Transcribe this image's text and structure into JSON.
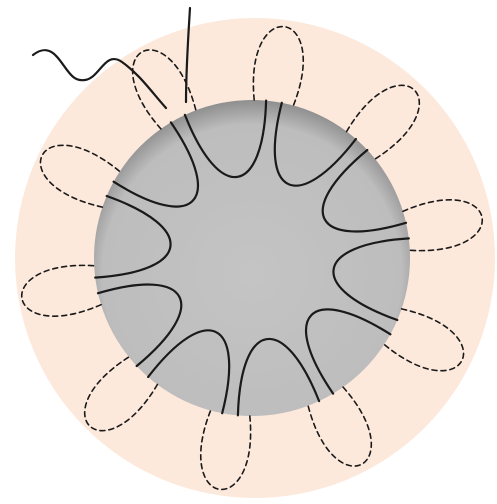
{
  "diagram": {
    "colors": {
      "background": "#ffffff",
      "outer_ring": "#fde9dc",
      "inner_disc": "#c4c4c4",
      "inner_shadow": "#8e8e8e",
      "stitch": "#1a1a1a"
    },
    "stitch_loops": 10,
    "visible_loop_style": "solid",
    "hidden_loop_style": "dashed"
  }
}
